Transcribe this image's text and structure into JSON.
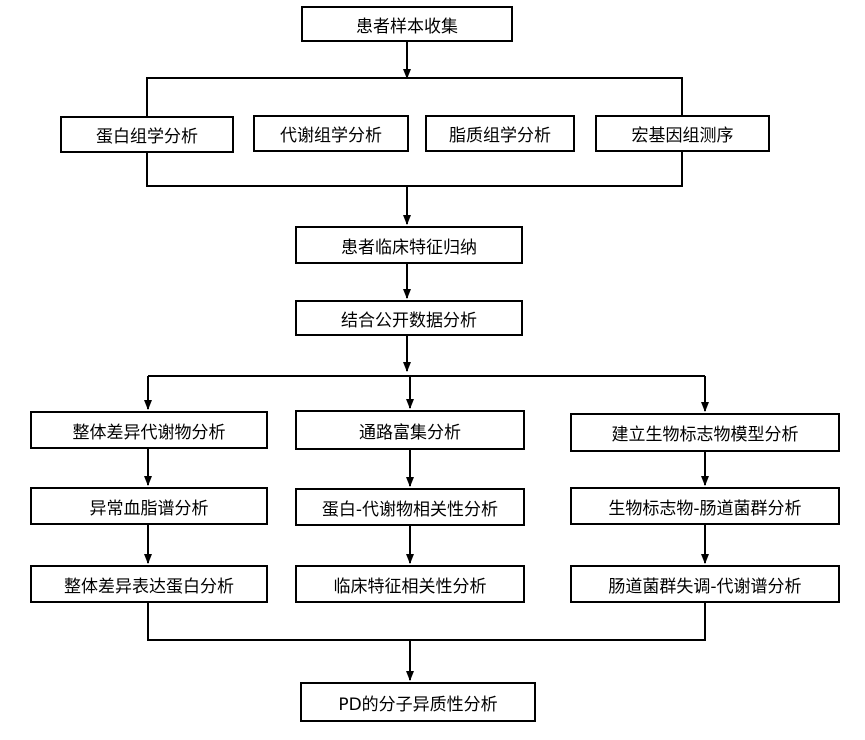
{
  "nodes": {
    "sample_collection": "患者样本收集",
    "proteomics": "蛋白组学分析",
    "metabolomics": "代谢组学分析",
    "lipidomics": "脂质组学分析",
    "metagenomics": "宏基因组测序",
    "clinical_summary": "患者临床特征归纳",
    "public_data": "结合公开数据分析",
    "diff_metabolites": "整体差异代谢物分析",
    "abnormal_lipids": "异常血脂谱分析",
    "diff_proteins": "整体差异表达蛋白分析",
    "pathway_enrichment": "通路富集分析",
    "protein_metabolite": "蛋白-代谢物相关性分析",
    "clinical_correlation": "临床特征相关性分析",
    "biomarker_model": "建立生物标志物模型分析",
    "biomarker_microbiota": "生物标志物-肠道菌群分析",
    "dysbiosis_metabolism": "肠道菌群失调-代谢谱分析",
    "pd_heterogeneity": "PD的分子异质性分析"
  }
}
